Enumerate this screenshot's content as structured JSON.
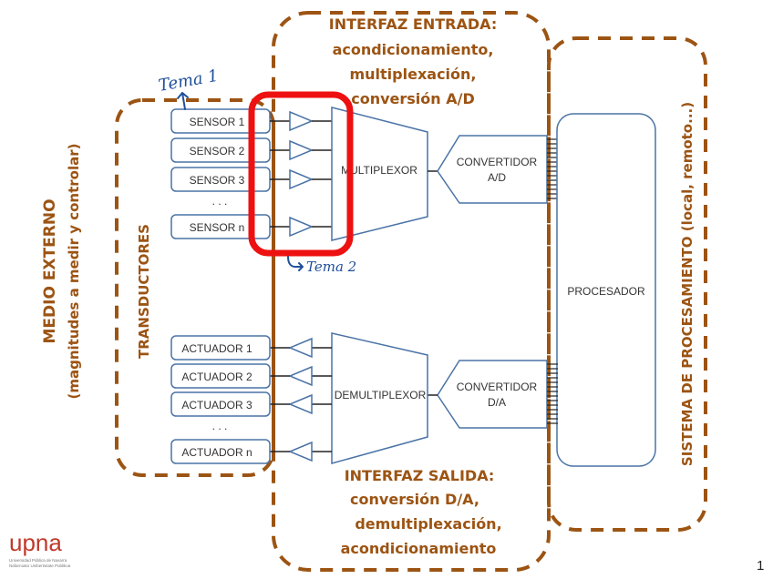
{
  "slide": {
    "page_number": "1",
    "logo": {
      "name": "upna",
      "subtitle_line1": "Universidad Pública de Navarra",
      "subtitle_line2": "Nafarroako Unibertsitate Publikoa"
    }
  },
  "regions": {
    "medio_externo": {
      "title": "MEDIO EXTERNO",
      "subtitle": "(magnitudes a medir y controlar)"
    },
    "transductores": {
      "title": "TRANSDUCTORES"
    },
    "interfaz_entrada": {
      "line1": "INTERFAZ ENTRADA:",
      "line2": "acondicionamiento,",
      "line3": "multiplexación,",
      "line4": "conversión A/D"
    },
    "interfaz_salida": {
      "line1": "INTERFAZ SALIDA:",
      "line2": "conversión D/A,",
      "line3": "demultiplexación,",
      "line4": "acondicionamiento"
    },
    "sistema_procesamiento": {
      "title": "SISTEMA DE PROCESAMIENTO (local, remoto...)"
    }
  },
  "sensors": [
    "SENSOR 1",
    "SENSOR 2",
    "SENSOR 3",
    "SENSOR n"
  ],
  "sensor_ellipsis": ". . .",
  "actuators": [
    "ACTUADOR 1",
    "ACTUADOR 2",
    "ACTUADOR 3",
    "ACTUADOR n"
  ],
  "actuator_ellipsis": ". . .",
  "blocks": {
    "multiplexor": "MULTIPLEXOR",
    "demultiplexor": "DEMULTIPLEXOR",
    "adc_line1": "CONVERTIDOR",
    "adc_line2": "A/D",
    "dac_line1": "CONVERTIDOR",
    "dac_line2": "D/A",
    "processor": "PROCESADOR"
  },
  "annotations": {
    "tema1": "Tema 1",
    "tema2": "Tema 2",
    "highlight_color": "#ee1111"
  },
  "colors": {
    "accent_brown": "#9c5413",
    "block_blue": "#4a73a6",
    "logo_red": "#c0392b"
  }
}
